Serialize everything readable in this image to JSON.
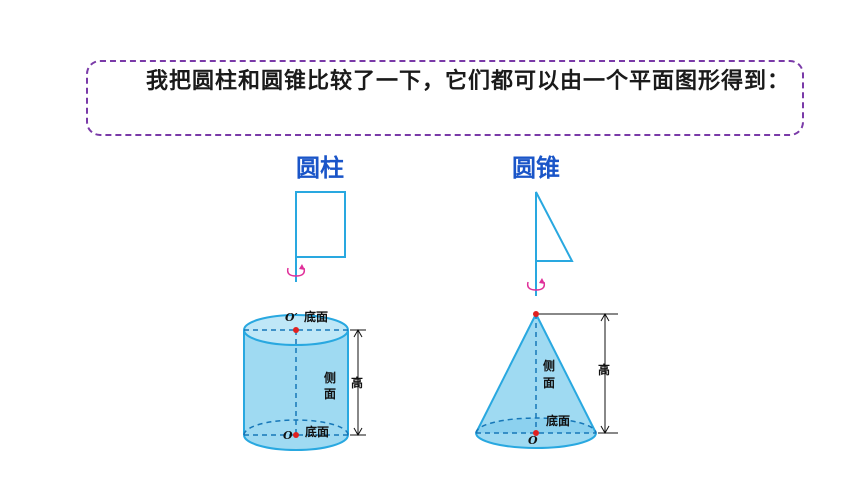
{
  "speech": {
    "text": "我把圆柱和圆锥比较了一下，它们都可以由一个平面图形得到："
  },
  "cylinder": {
    "title": "圆柱",
    "top_point": "O′",
    "top_label": "底面",
    "bottom_point": "O",
    "bottom_label": "底面",
    "side_label": "侧\n面",
    "height_label": "高"
  },
  "cone": {
    "title": "圆锥",
    "base_point": "O",
    "base_label": "底面",
    "side_label": "侧\n面",
    "height_label": "高"
  },
  "colors": {
    "outline": "#29a8e0",
    "fill": "#9fdaf2",
    "dash": "#1677b8",
    "point": "#e02020",
    "arrow": "#e0309a",
    "border": "#7a3aa8",
    "title": "#1a55c8"
  }
}
